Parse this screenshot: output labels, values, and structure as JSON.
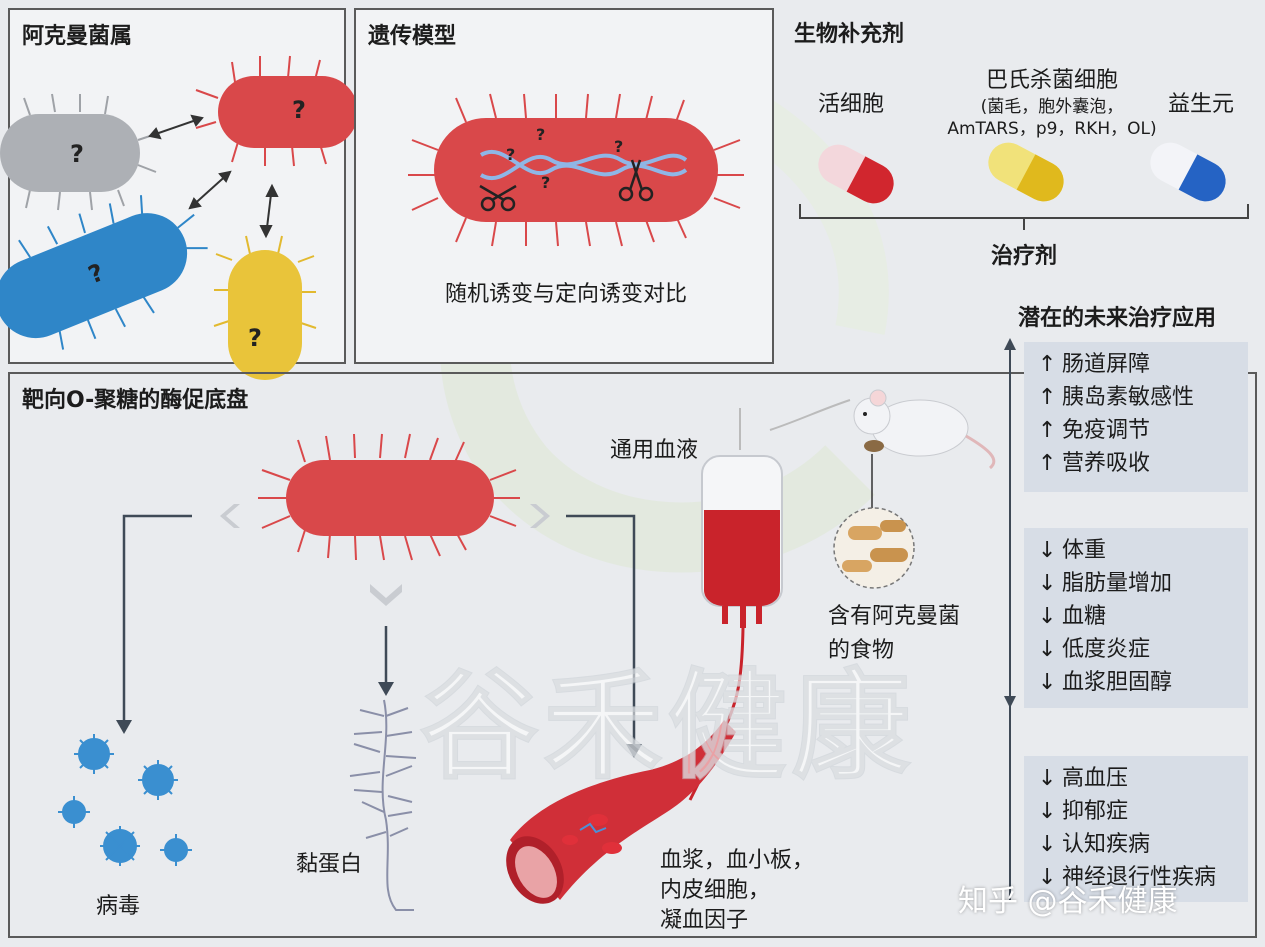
{
  "panels": {
    "akkermansia": {
      "title": "阿克曼菌属",
      "question_mark": "?"
    },
    "genetic": {
      "title": "遗传模型",
      "caption": "随机诱变与定向诱变对比"
    },
    "probiotics": {
      "title": "生物补充剂",
      "live_cells": "活细胞",
      "pasteurized_cells": "巴氏杀菌细胞",
      "pasteurized_detail": [
        "(菌毛，胞外囊泡，",
        "AmTARS，p9，RKH，OL)"
      ],
      "postbiotics": "益生元",
      "therapeutics": "治疗剂"
    },
    "oglycan": {
      "title": "靶向O-聚糖的酶促底盘",
      "virus": "病毒",
      "mucin": "黏蛋白",
      "universal_blood": "通用血液",
      "food": [
        "含有阿克曼菌",
        "的食物"
      ],
      "blood_components": [
        "血浆，血小板，",
        "内皮细胞，",
        "凝血因子"
      ]
    }
  },
  "future": {
    "title": "潜在的未来治疗应用",
    "groups": [
      {
        "items": [
          {
            "arrow": "↑",
            "text": "肠道屏障"
          },
          {
            "arrow": "↑",
            "text": "胰岛素敏感性"
          },
          {
            "arrow": "↑",
            "text": "免疫调节"
          },
          {
            "arrow": "↑",
            "text": "营养吸收"
          }
        ]
      },
      {
        "items": [
          {
            "arrow": "↓",
            "text": "体重"
          },
          {
            "arrow": "↓",
            "text": "脂肪量增加"
          },
          {
            "arrow": "↓",
            "text": "血糖"
          },
          {
            "arrow": "↓",
            "text": "低度炎症"
          },
          {
            "arrow": "↓",
            "text": "血浆胆固醇"
          }
        ]
      },
      {
        "items": [
          {
            "arrow": "↓",
            "text": "高血压"
          },
          {
            "arrow": "↓",
            "text": "抑郁症"
          },
          {
            "arrow": "↓",
            "text": "认知疾病"
          },
          {
            "arrow": "↓",
            "text": "神经退行性疾病"
          }
        ]
      }
    ]
  },
  "watermark": {
    "text": "谷禾健康",
    "credit": "知乎 @谷禾健康"
  },
  "colors": {
    "bacteria_red": "#d9484a",
    "bacteria_blue": "#2f86c8",
    "bacteria_yellow": "#e9c43a",
    "bacteria_gray": "#a9acb1",
    "box_bg": "#d7dde6"
  }
}
